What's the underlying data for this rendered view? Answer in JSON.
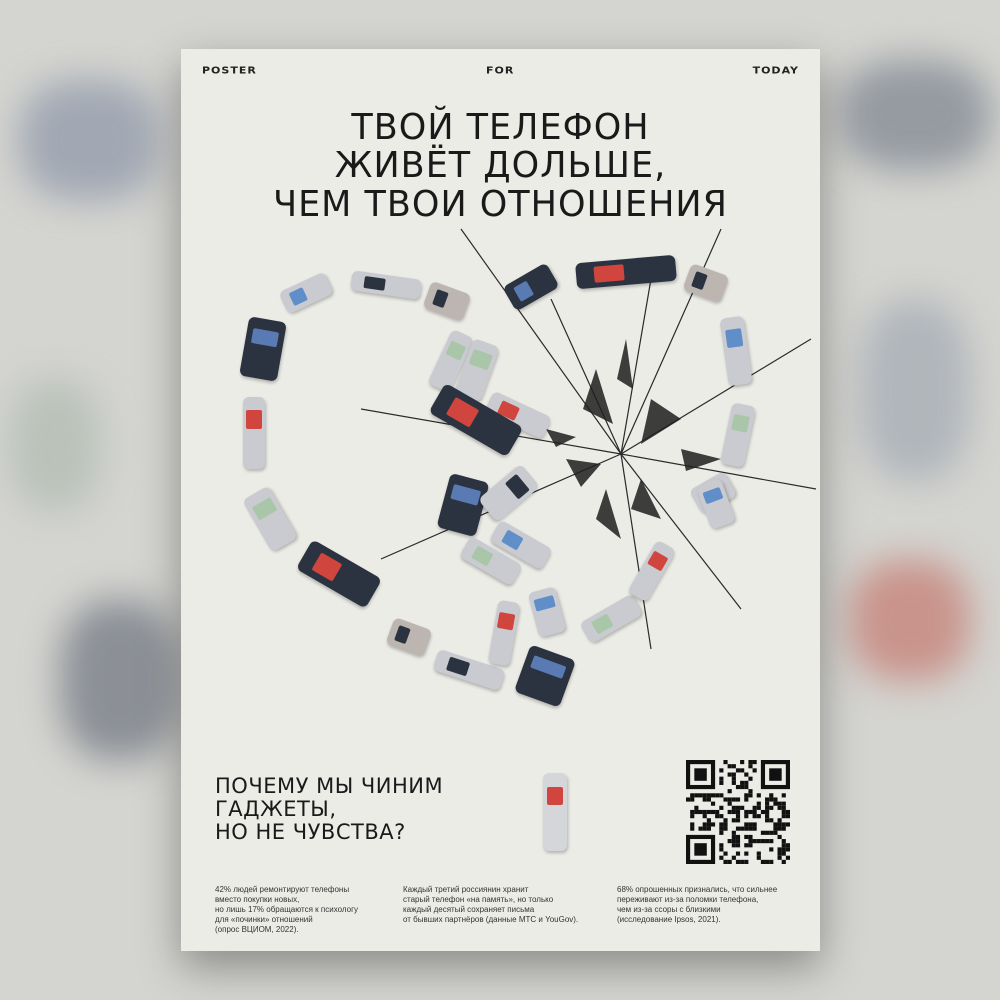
{
  "poster": {
    "top_left": "POSTER",
    "top_center": "FOR",
    "top_right": "TODAY",
    "headline": [
      "ТВОЙ ТЕЛЕФОН",
      "ЖИВЁТ ДОЛЬШЕ,",
      "ЧЕМ ТВОИ ОТНОШЕНИЯ"
    ],
    "question": [
      "ПОЧЕМУ МЫ ЧИНИМ",
      "ГАДЖЕТЫ,",
      "НО НЕ ЧУВСТВА?"
    ],
    "facts": [
      [
        "42% людей ремонтируют телефоны",
        "вместо покупки новых,",
        "но лишь 17% обращаются к психологу",
        "для «починки» отношений",
        "(опрос ВЦИОМ, 2022)."
      ],
      [
        "Каждый третий россиянин хранит",
        "старый телефон «на память», но только",
        "каждый десятый сохраняет письма",
        "от бывших партнёров (данные МТС и YouGov)."
      ],
      [
        "68% опрошенных признались, что сильнее",
        "переживают из-за поломки телефона,",
        "чем из-за ссоры с близкими",
        "(исследование Ipsos, 2021)."
      ]
    ]
  },
  "colors": {
    "paper": "#ecece7",
    "ink": "#1a1a1a",
    "phone_silver": "#c9cbd0",
    "phone_dark": "#2c3340",
    "screen_green": "#a9c7a8",
    "screen_red": "#d0463e",
    "screen_blue": "#5f8ec9"
  },
  "icons": {
    "phones": "mobile-phone-icon",
    "qr": "qr-code-icon",
    "crack": "broken-glass-icon"
  }
}
